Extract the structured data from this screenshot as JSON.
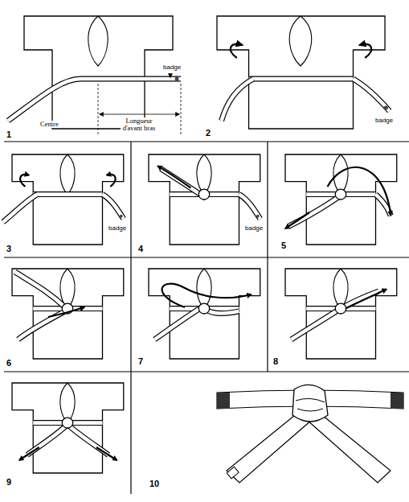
{
  "diagram": {
    "labels": [
      "1",
      "badge",
      "Centre",
      "Longueur d'avant bras",
      "2",
      "badge",
      "3",
      "badge",
      "4",
      "badge",
      "5",
      "6",
      "7",
      "8",
      "9",
      "10"
    ]
  }
}
